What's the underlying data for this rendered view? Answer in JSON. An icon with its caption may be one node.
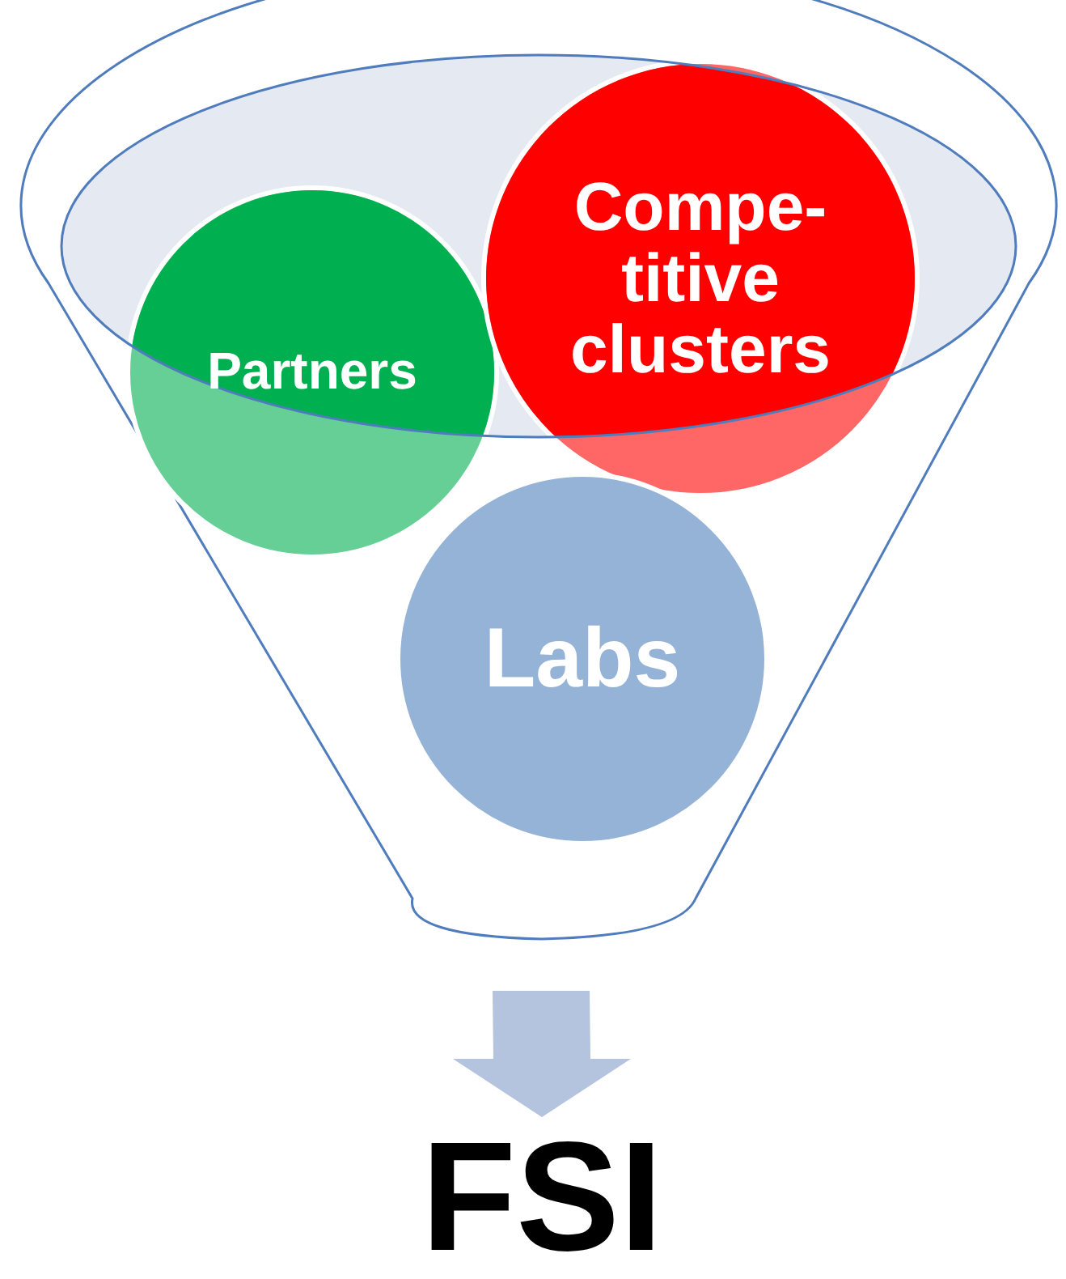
{
  "diagram": {
    "nodes": [
      {
        "text": [],
        "shape": "funnel"
      },
      {
        "text": [
          "Partners"
        ],
        "in": 0
      },
      {
        "text": [
          "Compe- titive clusters"
        ],
        "in": 0
      },
      {
        "text": [
          "Labs"
        ],
        "in": 0
      },
      {
        "text": [
          "FSI"
        ]
      }
    ],
    "edges": [
      {
        "from": 0,
        "to": 4,
        "arrow": "to",
        "style": "thick"
      }
    ]
  }
}
